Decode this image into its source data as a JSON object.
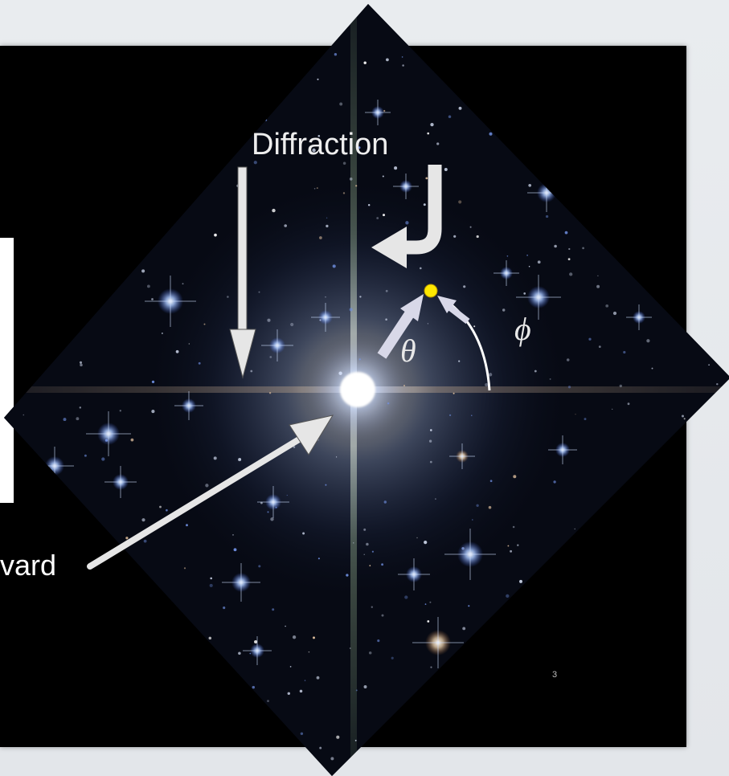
{
  "labels": {
    "diffraction": "Diffraction",
    "forward_partial": "vard",
    "theta": "θ",
    "phi": "ϕ"
  },
  "slide_number": "3",
  "colors": {
    "slide_background": "#000000",
    "arrow": "#e6e6e6",
    "diffraction_spot": "#ffe800",
    "star_core": "#ffffff",
    "star_glow": "#9ec4ff"
  },
  "icons": {
    "diffraction-arrow": "arrow-down",
    "bent-arrow": "arrow-down-left-corner",
    "forward-arrow": "arrow-up-right",
    "theta-arrow": "arrow-up-right",
    "phi-arc": "curved-arrow"
  }
}
